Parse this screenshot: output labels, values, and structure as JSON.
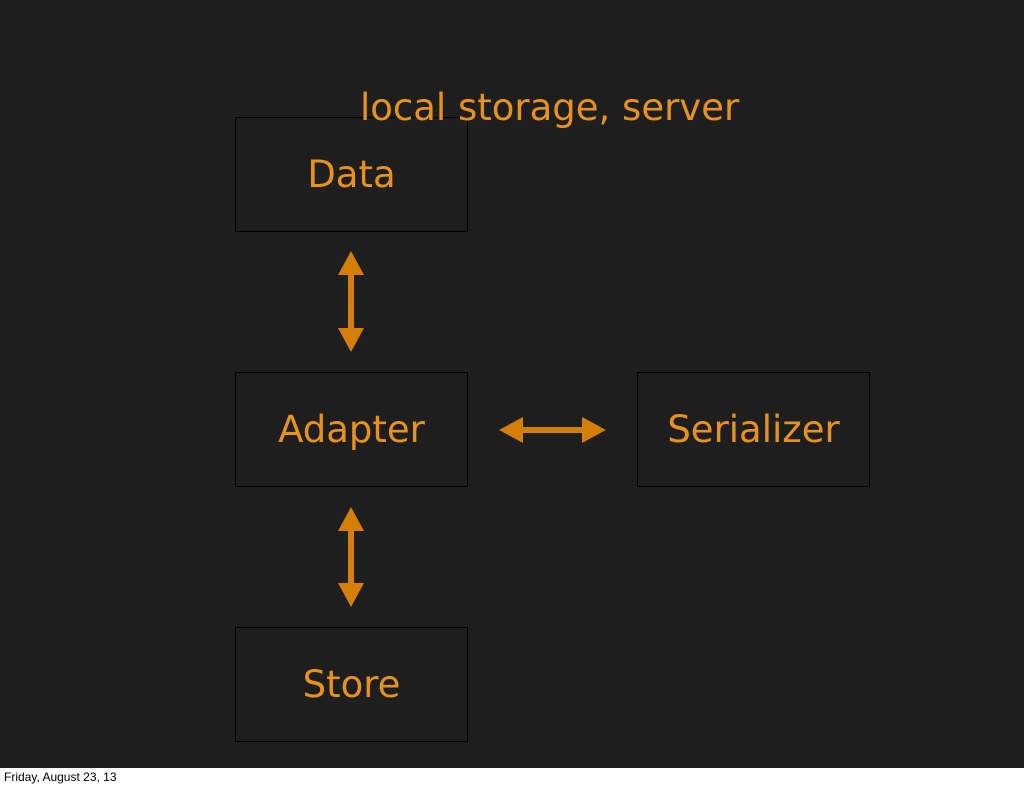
{
  "diagram": {
    "nodes": {
      "data": "Data",
      "adapter": "Adapter",
      "serializer": "Serializer",
      "store": "Store"
    },
    "note": "local storage, server",
    "edges": [
      {
        "from": "data",
        "to": "adapter",
        "direction": "both"
      },
      {
        "from": "adapter",
        "to": "serializer",
        "direction": "both"
      },
      {
        "from": "adapter",
        "to": "store",
        "direction": "both"
      }
    ]
  },
  "colors": {
    "background": "#1e1e1e",
    "accent": "#e8921e",
    "arrow": "#d47f0a"
  },
  "footer": {
    "date": "Friday, August 23, 13"
  }
}
